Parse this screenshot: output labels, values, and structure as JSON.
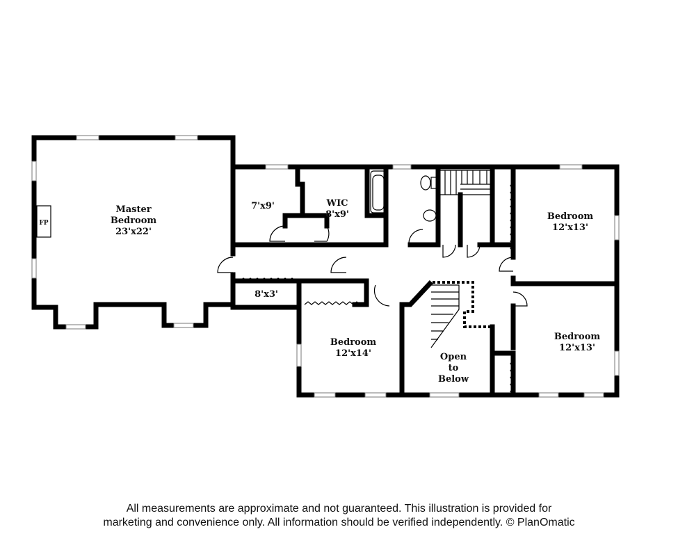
{
  "rooms": {
    "master": {
      "name": "Master",
      "name2": "Bedroom",
      "dim": "23'x22'"
    },
    "fireplace": "FP",
    "room_7x9": {
      "dim": "7'x9'"
    },
    "wic": {
      "name": "WIC",
      "dim": "8'x9'"
    },
    "bedroom_ne": {
      "name": "Bedroom",
      "dim": "12'x13'"
    },
    "closet_8x3": {
      "dim": "8'x3'"
    },
    "bedroom_s": {
      "name": "Bedroom",
      "dim": "12'x14'"
    },
    "open": {
      "line1": "Open",
      "line2": "to",
      "line3": "Below"
    },
    "bedroom_se": {
      "name": "Bedroom",
      "dim": "12'x13'"
    }
  },
  "disclaimer": {
    "line1": "All measurements are approximate and not guaranteed. This illustration is provided for",
    "line2": "marketing and convenience only. All information should be verified independently. © PlanOmatic"
  }
}
